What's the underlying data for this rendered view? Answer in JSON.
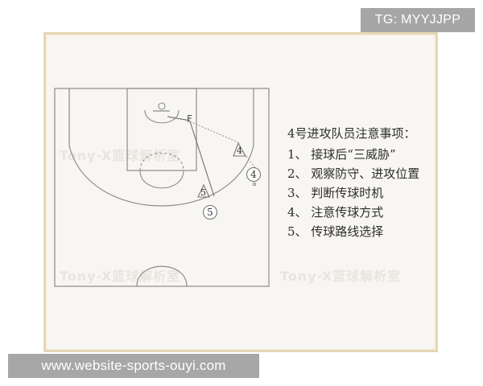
{
  "tag": "TG: MYYJJPP",
  "website": "www.website-sports-ouyi.com",
  "watermark": {
    "text": "Tony-X篮球解析室"
  },
  "diagram": {
    "players": [
      {
        "label": "4",
        "role": "offense"
      },
      {
        "label": "4",
        "role": "defense"
      },
      {
        "label": "5",
        "role": "offense"
      },
      {
        "label": "5",
        "role": "defense"
      }
    ],
    "coach_mark": "F"
  },
  "notes": {
    "title": "4号进攻队员注意事项：",
    "items": [
      "1、 接球后“三威胁”",
      "2、 观察防守、进攻位置",
      "3、 判断传球时机",
      "4、 注意传球方式",
      "5、 传球路线选择"
    ]
  }
}
